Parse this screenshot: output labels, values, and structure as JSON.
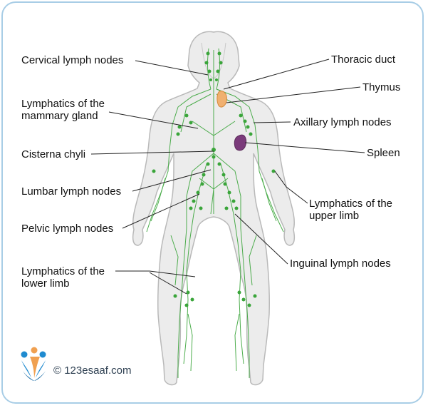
{
  "labels": {
    "cervical": "Cervical lymph nodes",
    "thoracic_duct": "Thoracic duct",
    "thymus": "Thymus",
    "mammary": "Lymphatics of the\nmammary gland",
    "axillary": "Axillary lymph nodes",
    "cisterna": "Cisterna chyli",
    "spleen": "Spleen",
    "lumbar": "Lumbar lymph nodes",
    "upper_limb": "Lymphatics of the\nupper limb",
    "pelvic": "Pelvic lymph nodes",
    "inguinal": "Inguinal lymph nodes",
    "lower_limb": "Lymphatics of the\nlower limb"
  },
  "watermark": "© 123esaaf.com",
  "colors": {
    "frame": "#a8cde6",
    "lymph": "#3aa53a",
    "body_fill": "#ececec",
    "body_stroke": "#b9b9b9",
    "thymus": "#f0b070",
    "spleen": "#7a3a7a"
  }
}
